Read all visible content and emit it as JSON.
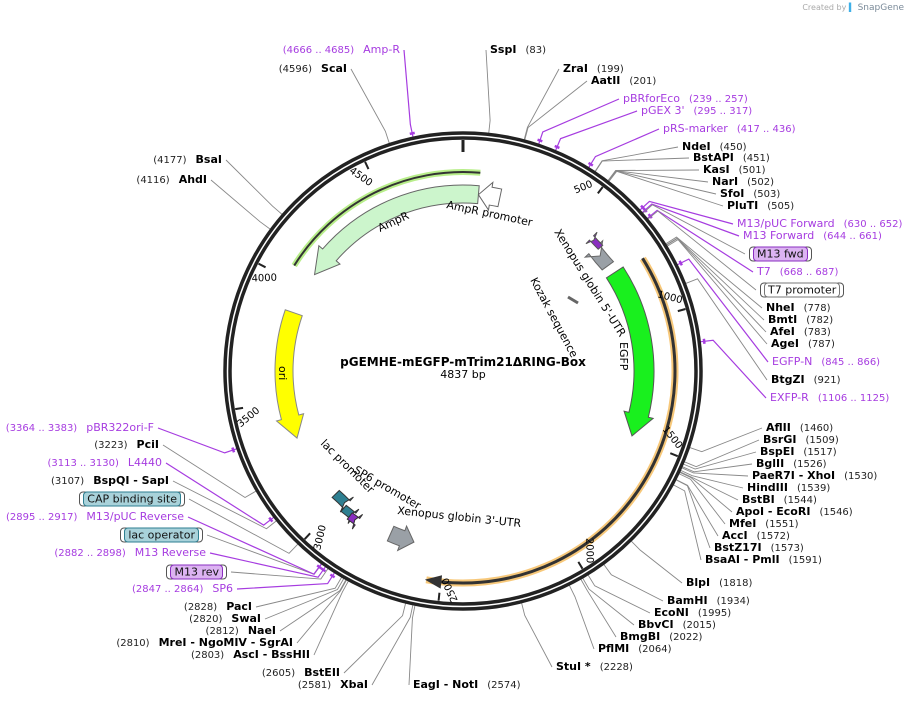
{
  "credit": {
    "prefix": "Created by",
    "brand": "SnapGene"
  },
  "plasmid": {
    "name": "pGEMHE-mEGFP-mTrim21ΔRING-Box",
    "length": "4837 bp",
    "length_bp": 4837
  },
  "ticks": [
    "500",
    "1000",
    "1500",
    "2000",
    "2500",
    "3000",
    "3500",
    "4000",
    "4500"
  ],
  "features": {
    "ampr_promoter": "AmpR promoter",
    "ampr": "AmpR",
    "ori": "ori",
    "xenopus5": "Xenopus globin 5'-UTR",
    "kozak": "Kozak sequence",
    "egfp": "EGFP",
    "lac_promoter": "lac promoter",
    "sp6_promoter": "SP6 promoter",
    "xenopus3": "Xenopus globin 3'-UTR"
  },
  "colors": {
    "primer": "#a63ce0",
    "egfp": "#19f01e",
    "ori": "#ffff00",
    "ampr": "#ccf5cc",
    "trim": "#f7c87a"
  },
  "labels": [
    {
      "kind": "enzyme",
      "name": "SspI",
      "pos": "(83)",
      "site": 83
    },
    {
      "kind": "enzyme",
      "name": "ZraI",
      "pos": "(199)",
      "site": 199
    },
    {
      "kind": "enzyme",
      "name": "AatII",
      "pos": "(201)",
      "site": 201
    },
    {
      "kind": "primer",
      "name": "pBRforEco",
      "pos": "(239 .. 257)",
      "site": 248
    },
    {
      "kind": "primer",
      "name": "pGEX 3'",
      "pos": "(295 .. 317)",
      "site": 306
    },
    {
      "kind": "primer",
      "name": "pRS-marker",
      "pos": "(417 .. 436)",
      "site": 426
    },
    {
      "kind": "enzyme",
      "name": "NdeI",
      "pos": "(450)",
      "site": 450
    },
    {
      "kind": "enzyme",
      "name": "BstAPI",
      "pos": "(451)",
      "site": 451
    },
    {
      "kind": "enzyme",
      "name": "KasI",
      "pos": "(501)",
      "site": 501
    },
    {
      "kind": "enzyme",
      "name": "NarI",
      "pos": "(502)",
      "site": 502
    },
    {
      "kind": "enzyme",
      "name": "SfoI",
      "pos": "(503)",
      "site": 503
    },
    {
      "kind": "enzyme",
      "name": "PluTI",
      "pos": "(505)",
      "site": 505
    },
    {
      "kind": "primer",
      "name": "M13/pUC Forward",
      "pos": "(630 .. 652)",
      "site": 641
    },
    {
      "kind": "primer",
      "name": "M13 Forward",
      "pos": "(644 .. 661)",
      "site": 652
    },
    {
      "kind": "box",
      "style": "purple",
      "name": "M13 fwd",
      "site": 655
    },
    {
      "kind": "primer",
      "name": "T7",
      "pos": "(668 .. 687)",
      "site": 677
    },
    {
      "kind": "box",
      "style": "white",
      "name": "T7 promoter",
      "site": 680
    },
    {
      "kind": "enzyme",
      "name": "NheI",
      "pos": "(778)",
      "site": 778
    },
    {
      "kind": "enzyme",
      "name": "BmtI",
      "pos": "(782)",
      "site": 782
    },
    {
      "kind": "enzyme",
      "name": "AfeI",
      "pos": "(783)",
      "site": 783
    },
    {
      "kind": "enzyme",
      "name": "AgeI",
      "pos": "(787)",
      "site": 787
    },
    {
      "kind": "primer",
      "name": "EGFP-N",
      "pos": "(845 .. 866)",
      "site": 855
    },
    {
      "kind": "enzyme",
      "name": "BtgZI",
      "pos": "(921)",
      "site": 921
    },
    {
      "kind": "primer",
      "name": "EXFP-R",
      "pos": "(1106 .. 1125)",
      "site": 1115
    },
    {
      "kind": "enzyme",
      "name": "AflII",
      "pos": "(1460)",
      "site": 1460
    },
    {
      "kind": "enzyme",
      "name": "BsrGI",
      "pos": "(1509)",
      "site": 1509
    },
    {
      "kind": "enzyme",
      "name": "BspEI",
      "pos": "(1517)",
      "site": 1517
    },
    {
      "kind": "enzyme",
      "name": "BglII",
      "pos": "(1526)",
      "site": 1526
    },
    {
      "kind": "enzyme",
      "name": "PaeR7I",
      "name2": "XhoI",
      "pos": "(1530)",
      "site": 1530
    },
    {
      "kind": "enzyme",
      "name": "HindIII",
      "pos": "(1539)",
      "site": 1539
    },
    {
      "kind": "enzyme",
      "name": "BstBI",
      "pos": "(1544)",
      "site": 1544
    },
    {
      "kind": "enzyme",
      "name": "ApoI",
      "name2": "EcoRI",
      "pos": "(1546)",
      "site": 1546
    },
    {
      "kind": "enzyme",
      "name": "MfeI",
      "pos": "(1551)",
      "site": 1551
    },
    {
      "kind": "enzyme",
      "name": "AccI",
      "pos": "(1572)",
      "site": 1572
    },
    {
      "kind": "enzyme",
      "name": "BstZ17I",
      "pos": "(1573)",
      "site": 1573
    },
    {
      "kind": "enzyme",
      "name": "BsaAI",
      "name2": "PmlI",
      "pos": "(1591)",
      "site": 1591
    },
    {
      "kind": "enzyme",
      "name": "BlpI",
      "pos": "(1818)",
      "site": 1818
    },
    {
      "kind": "enzyme",
      "name": "BamHI",
      "pos": "(1934)",
      "site": 1934
    },
    {
      "kind": "enzyme",
      "name": "EcoNI",
      "pos": "(1995)",
      "site": 1995
    },
    {
      "kind": "enzyme",
      "name": "BbvCI",
      "pos": "(2015)",
      "site": 2015
    },
    {
      "kind": "enzyme",
      "name": "BmgBI",
      "pos": "(2022)",
      "site": 2022
    },
    {
      "kind": "enzyme",
      "name": "PflMI",
      "pos": "(2064)",
      "site": 2064
    },
    {
      "kind": "enzyme",
      "name": "StuI *",
      "pos": "(2228)",
      "site": 2228
    },
    {
      "kind": "enzyme",
      "name": "EagI",
      "name2": "NotI",
      "pos": "(2574)",
      "site": 2574
    },
    {
      "kind": "enzyme",
      "name": "XbaI",
      "pos": "(2581)",
      "site": 2581
    },
    {
      "kind": "enzyme",
      "name": "BstEII",
      "pos": "(2605)",
      "site": 2605
    },
    {
      "kind": "enzyme",
      "name": "AscI",
      "name2": "BssHII",
      "pos": "(2803)",
      "site": 2803
    },
    {
      "kind": "enzyme",
      "name": "MreI",
      "name2": "NgoMIV",
      "name3": "SgrAI",
      "pos": "(2810)",
      "site": 2810
    },
    {
      "kind": "enzyme",
      "name": "NaeI",
      "pos": "(2812)",
      "site": 2812
    },
    {
      "kind": "enzyme",
      "name": "SwaI",
      "pos": "(2820)",
      "site": 2820
    },
    {
      "kind": "enzyme",
      "name": "PacI",
      "pos": "(2828)",
      "site": 2828
    },
    {
      "kind": "primer",
      "name": "SP6",
      "pos": "(2847 .. 2864)",
      "site": 2855
    },
    {
      "kind": "box",
      "style": "purple",
      "name": "M13 rev",
      "site": 2880
    },
    {
      "kind": "primer",
      "name": "M13 Reverse",
      "pos": "(2882 .. 2898)",
      "site": 2890
    },
    {
      "kind": "box",
      "style": "teal",
      "name": "lac operator",
      "site": 2905
    },
    {
      "kind": "primer",
      "name": "M13/pUC Reverse",
      "pos": "(2895 .. 2917)",
      "site": 2906
    },
    {
      "kind": "box",
      "style": "teal",
      "name": "CAP binding site",
      "site": 3005
    },
    {
      "kind": "enzyme",
      "name": "BspQI",
      "name2": "SapI",
      "pos": "(3107)",
      "site": 3107
    },
    {
      "kind": "primer",
      "name": "L4440",
      "pos": "(3113 .. 3130)",
      "site": 3121
    },
    {
      "kind": "enzyme",
      "name": "PciI",
      "pos": "(3223)",
      "site": 3223
    },
    {
      "kind": "primer",
      "name": "pBR322ori-F",
      "pos": "(3364 .. 3383)",
      "site": 3373
    },
    {
      "kind": "enzyme",
      "name": "AhdI",
      "pos": "(4116)",
      "site": 4116
    },
    {
      "kind": "enzyme",
      "name": "BsaI",
      "pos": "(4177)",
      "site": 4177
    },
    {
      "kind": "enzyme",
      "name": "ScaI",
      "pos": "(4596)",
      "site": 4596
    },
    {
      "kind": "primer",
      "name": "Amp-R",
      "pos": "(4666 .. 4685)",
      "site": 4675
    }
  ]
}
